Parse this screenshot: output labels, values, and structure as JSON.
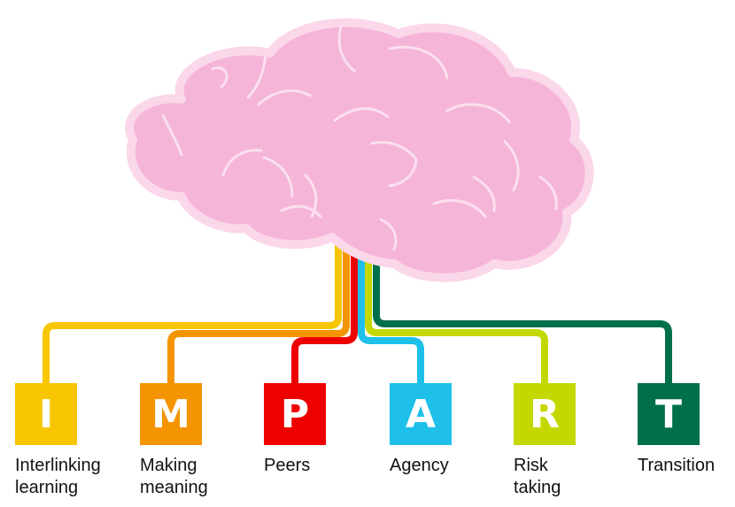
{
  "brain": {
    "fill": "#f5b5d8",
    "outline": "#fbd7ea",
    "fold_color": "#fbe0ef"
  },
  "branches": [
    {
      "letter": "I",
      "label_lines": [
        "Interlinking",
        "learning"
      ],
      "color": "#f7c600"
    },
    {
      "letter": "M",
      "label_lines": [
        "Making",
        "meaning"
      ],
      "color": "#f49400"
    },
    {
      "letter": "P",
      "label_lines": [
        "Peers"
      ],
      "color": "#ee0000"
    },
    {
      "letter": "A",
      "label_lines": [
        "Agency"
      ],
      "color": "#1ec0ea"
    },
    {
      "letter": "R",
      "label_lines": [
        "Risk",
        "taking"
      ],
      "color": "#c4d800"
    },
    {
      "letter": "T",
      "label_lines": [
        "Transition"
      ],
      "color": "#00704a"
    }
  ]
}
